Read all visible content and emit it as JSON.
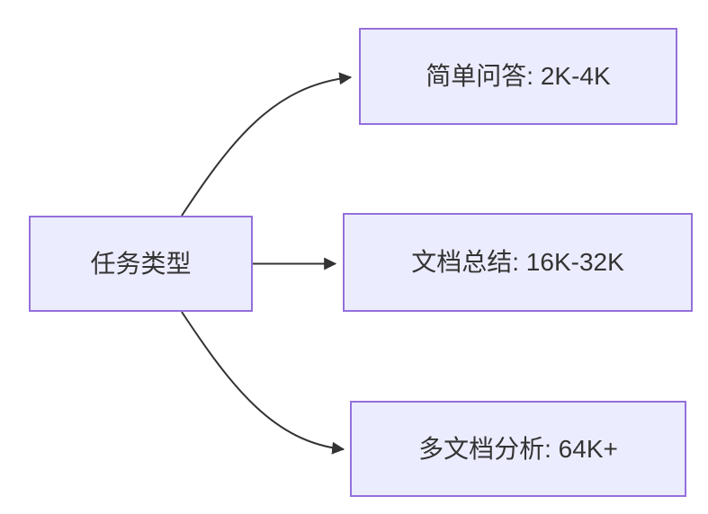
{
  "diagram": {
    "type": "flowchart-left-to-right",
    "nodes": {
      "root": {
        "label": "任务类型"
      },
      "simple_qa": {
        "label": "简单问答: 2K-4K"
      },
      "doc_summary": {
        "label": "文档总结: 16K-32K"
      },
      "multi_doc": {
        "label": "多文档分析: 64K+"
      }
    },
    "edges": [
      {
        "from": "root",
        "to": "simple_qa",
        "shape": "curve-up"
      },
      {
        "from": "root",
        "to": "doc_summary",
        "shape": "straight"
      },
      {
        "from": "root",
        "to": "multi_doc",
        "shape": "curve-down"
      }
    ],
    "colors": {
      "node_fill": "#ECECFF",
      "node_border": "#9370DB",
      "edge": "#333333",
      "text": "#333333",
      "background": "#FFFFFF"
    }
  }
}
